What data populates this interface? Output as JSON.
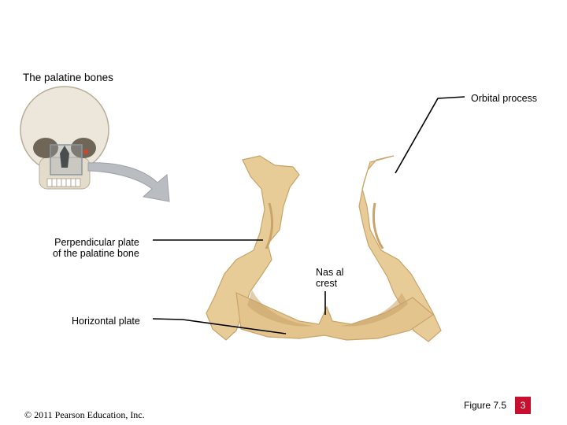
{
  "title": "The palatine bones",
  "labels": {
    "orbital_process": "Orbital process",
    "perpendicular_plate_line1": "Perpendicular plate",
    "perpendicular_plate_line2": "of the palatine bone",
    "nasal_crest_line1": "Nas al",
    "nasal_crest_line2": "crest",
    "horizontal_plate": "Horizontal plate"
  },
  "footer": {
    "copyright": "© 2011 Pearson Education, Inc.",
    "figure": "Figure 7.5",
    "page_badge": "3"
  },
  "colors": {
    "bone": "#e8cc98",
    "bone_shadow": "#c9a36a",
    "skull": "#ece7da",
    "arrow": "#b9bcc0",
    "badge": "#c8102e"
  }
}
